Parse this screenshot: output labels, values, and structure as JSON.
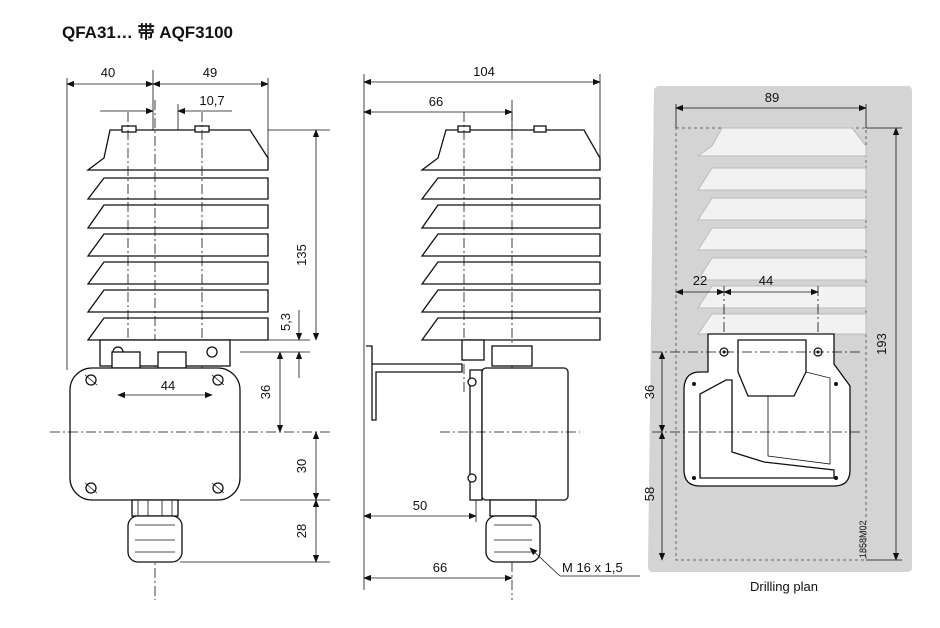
{
  "title": "QFA31… 带 AQF3100",
  "front_view": {
    "dim_left_width": "40",
    "dim_right_width": "49",
    "dim_offset": "10,7",
    "dim_height": "135",
    "dim_gap": "5,3",
    "dim_hole_spacing": "44",
    "dim_upper_housing": "36",
    "dim_lower_housing": "30",
    "dim_gland": "28"
  },
  "side_view": {
    "dim_total_depth": "104",
    "dim_to_center": "66",
    "dim_bracket": "50",
    "dim_bottom": "66",
    "thread_label": "M 16 x 1,5"
  },
  "drilling_plan": {
    "dim_width": "89",
    "dim_left_offset": "22",
    "dim_hole_spacing": "44",
    "dim_height": "193",
    "dim_upper": "36",
    "dim_lower": "58",
    "drawing_code": "1858M02",
    "caption": "Drilling plan"
  }
}
